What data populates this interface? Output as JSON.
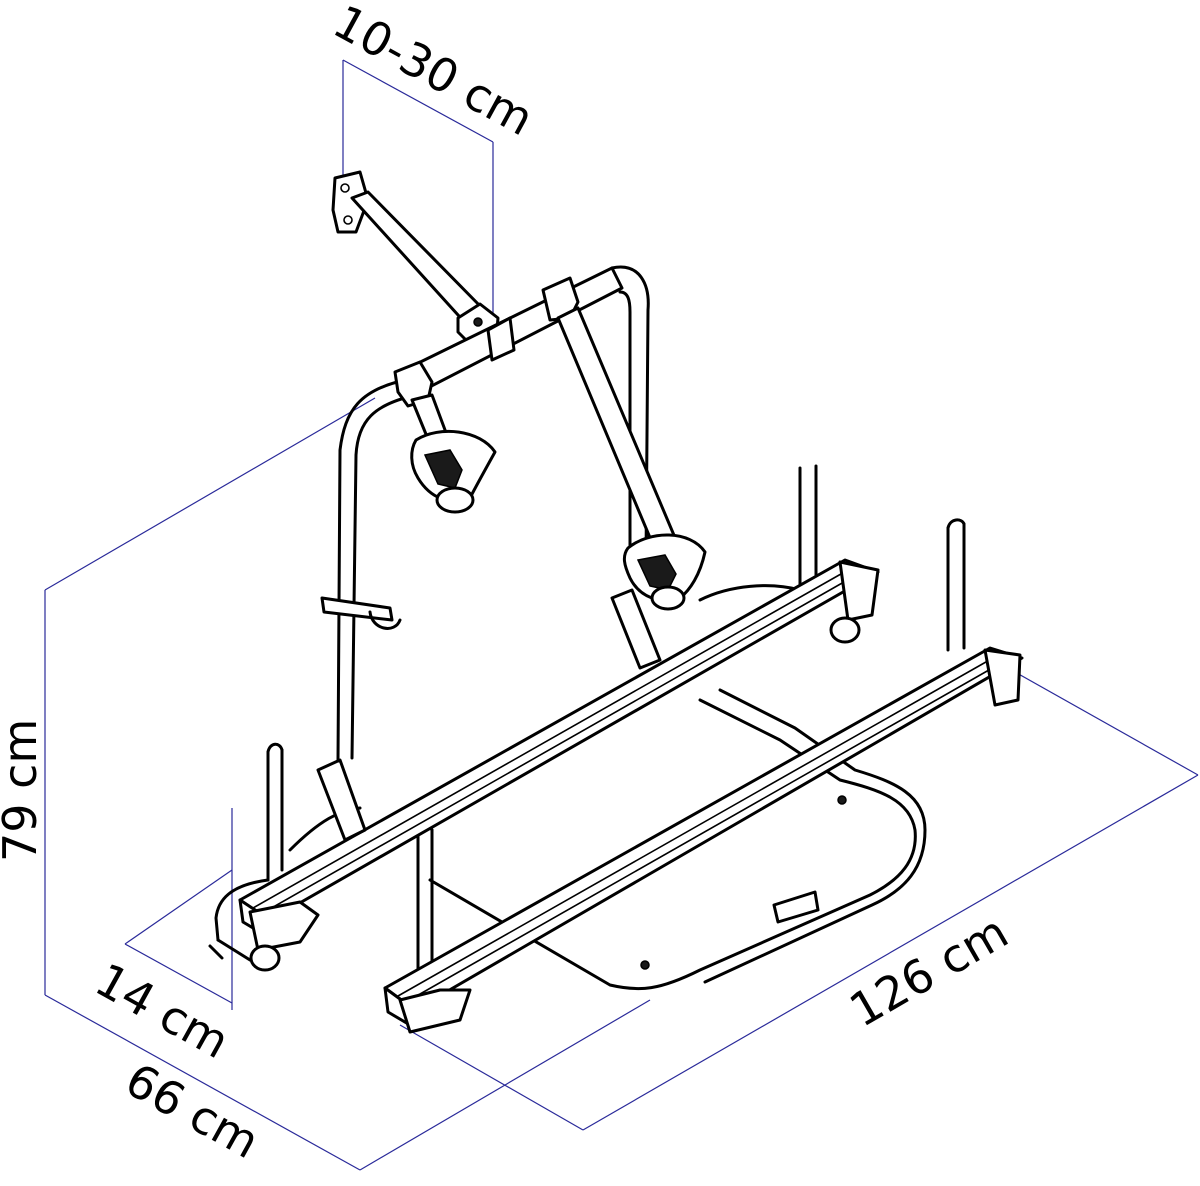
{
  "diagram": {
    "dimensions": {
      "arm_reach": "10-30 cm",
      "height": "79 cm",
      "rail_spacing": "14 cm",
      "depth": "66 cm",
      "length": "126 cm"
    },
    "colors": {
      "dimension_line": "#2a2a9a",
      "drawing_line": "#000000",
      "background": "#ffffff"
    }
  }
}
